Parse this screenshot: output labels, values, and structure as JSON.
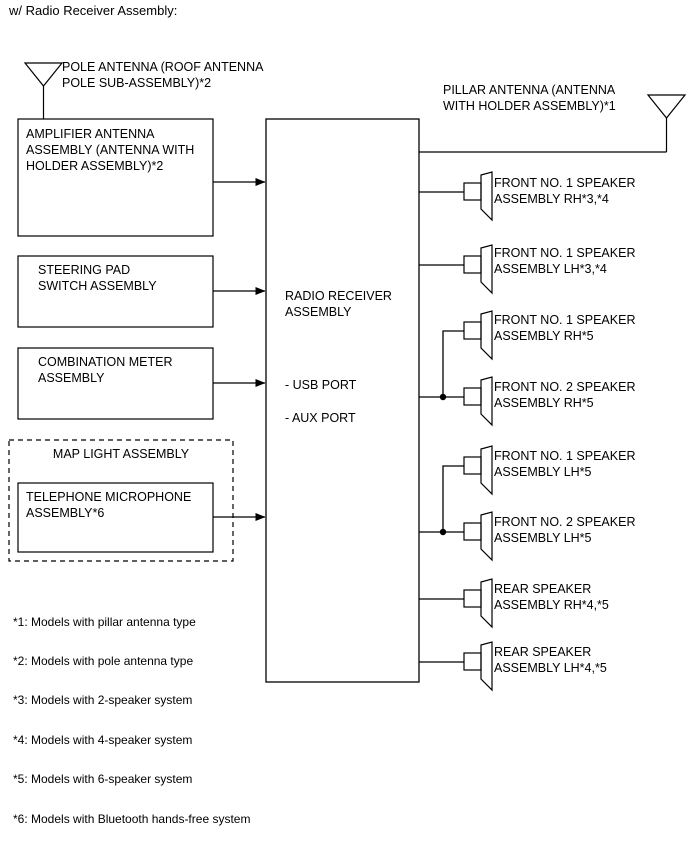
{
  "title": "w/ Radio Receiver Assembly:",
  "antennas": [
    {
      "name": "pole-antenna",
      "label": "POLE ANTENNA (ROOF ANTENNA\nPOLE SUB-ASSEMBLY)*2"
    },
    {
      "name": "pillar-antenna",
      "label": "PILLAR ANTENNA (ANTENNA\nWITH HOLDER ASSEMBLY)*1"
    }
  ],
  "boxes": {
    "amplifier": "AMPLIFIER ANTENNA\nASSEMBLY (ANTENNA WITH\nHOLDER ASSEMBLY)*2",
    "steering_pad": "STEERING PAD\nSWITCH ASSEMBLY",
    "combination_meter": "COMBINATION METER\nASSEMBLY",
    "map_light": "MAP LIGHT ASSEMBLY",
    "telephone_microphone": "TELEPHONE MICROPHONE\nASSEMBLY*6",
    "radio_receiver": "RADIO RECEIVER\nASSEMBLY",
    "radio_ports": [
      "- USB PORT",
      "- AUX PORT"
    ]
  },
  "speakers": [
    {
      "id": "front-no1-rh-34",
      "label": "FRONT NO. 1 SPEAKER\nASSEMBLY RH*3,*4"
    },
    {
      "id": "front-no1-lh-34",
      "label": "FRONT NO. 1 SPEAKER\nASSEMBLY LH*3,*4"
    },
    {
      "id": "front-no1-rh-5",
      "label": "FRONT NO. 1 SPEAKER\nASSEMBLY RH*5"
    },
    {
      "id": "front-no2-rh-5",
      "label": "FRONT NO. 2 SPEAKER\nASSEMBLY RH*5"
    },
    {
      "id": "front-no1-lh-5",
      "label": "FRONT NO. 1 SPEAKER\nASSEMBLY LH*5"
    },
    {
      "id": "front-no2-lh-5",
      "label": "FRONT NO. 2 SPEAKER\nASSEMBLY LH*5"
    },
    {
      "id": "rear-rh-45",
      "label": "REAR SPEAKER\nASSEMBLY RH*4,*5"
    },
    {
      "id": "rear-lh-45",
      "label": "REAR SPEAKER\nASSEMBLY LH*4,*5"
    }
  ],
  "footnotes": [
    "*1: Models with pillar antenna type",
    "*2: Models with pole antenna type",
    "*3: Models with 2-speaker system",
    "*4: Models with 4-speaker system",
    "*5: Models with 6-speaker system",
    "*6: Models with Bluetooth hands-free system"
  ],
  "colors": {
    "line": "#000000",
    "background": "#ffffff",
    "text": "#000000"
  }
}
